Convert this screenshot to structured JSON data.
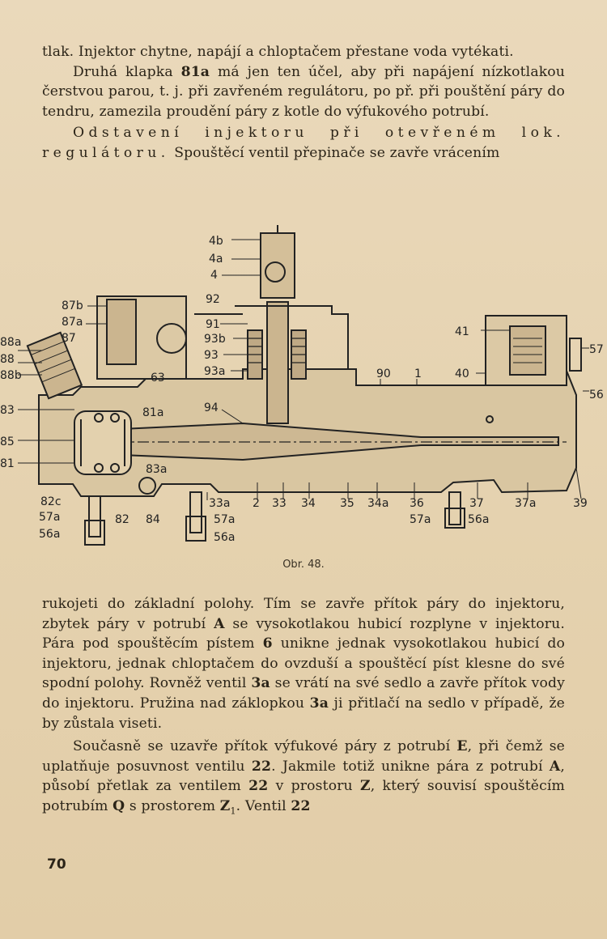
{
  "paragraphs_top": {
    "p1": "tlak. Injektor chytne, napájí a chloptačem přestane voda vytékati.",
    "p2_pre": "Druhá klapka ",
    "p2_bold": "81a",
    "p2_post": " má jen ten účel, aby při napájení nízkotlakou čerstvou parou, t. j. při zavřeném regulátoru, po př. při pouštění páry do tendru, zamezila proudění páry z kotle do výfukového potrubí.",
    "p3_spaced": "Odstavení injektoru při otevřeném lok. regulátoru.",
    "p3_rest": " Spouštěcí ventil přepinače se zavře vrácením"
  },
  "figure": {
    "caption": "Obr. 48.",
    "labels": {
      "l4b": "4b",
      "l4a": "4a",
      "l4": "4",
      "l92": "92",
      "l91": "91",
      "l93b": "93b",
      "l93": "93",
      "l93a": "93a",
      "l94": "94",
      "l87b": "87b",
      "l87a": "87a",
      "l87": "87",
      "l88a": "88a",
      "l88": "88",
      "l88b": "88b",
      "l63": "63",
      "l83": "83",
      "l85": "85",
      "l81": "81",
      "l81a": "81a",
      "l83a": "83a",
      "l82c": "82c",
      "l57a_l": "57a",
      "l56a_l": "56a",
      "l82": "82",
      "l84": "84",
      "l33a": "33a",
      "l2": "2",
      "l33": "33",
      "l34": "34",
      "l35": "35",
      "l34a": "34a",
      "l36": "36",
      "l37": "37",
      "l37a": "37a",
      "l39": "39",
      "l57a_c": "57a",
      "l56a_c": "56a",
      "l57a_r": "57a",
      "l56a_r": "56a",
      "l90": "90",
      "l1": "1",
      "l40": "40",
      "l41": "41",
      "l57": "57",
      "l56": "56"
    }
  },
  "paragraphs_bottom": {
    "p4_a": "rukojeti do základní polohy. Tím se zavře přítok páry do injektoru, zbytek páry v potrubí ",
    "p4_b1": "A",
    "p4_c": " se vysokotlakou hubicí rozplyne v injektoru. Pára pod spouštěcím pístem ",
    "p4_b2": "6",
    "p4_d": " unikne jednak vysokotlakou hubicí do injektoru, jednak chloptačem do ovzduší a spouštěcí píst klesne do své spodní polohy. Rovněž ventil ",
    "p4_b3": "3a",
    "p4_e": " se vrátí na své sedlo a zavře přítok vody do injektoru. Pružina nad záklopkou ",
    "p4_b4": "3a",
    "p4_f": " ji přitlačí na sedlo v případě, že by zůstala viseti.",
    "p5_a": "Současně se uzavře přítok výfukové páry z potrubí ",
    "p5_b1": "E",
    "p5_c": ", při čemž se uplatňuje posuvnost ventilu ",
    "p5_b2": "22",
    "p5_d": ". Jakmile totiž unikne pára z potrubí ",
    "p5_b3": "A",
    "p5_e": ", působí přetlak za ventilem ",
    "p5_b4": "22",
    "p5_f": " v prostoru ",
    "p5_b5": "Z",
    "p5_g": ", který souvisí spouštěcím potrubím ",
    "p5_b6": "Q",
    "p5_h": " s prostorem ",
    "p5_b7": "Z",
    "p5_sub": "1",
    "p5_i": ". Ventil ",
    "p5_b8": "22"
  },
  "page_number": "70"
}
